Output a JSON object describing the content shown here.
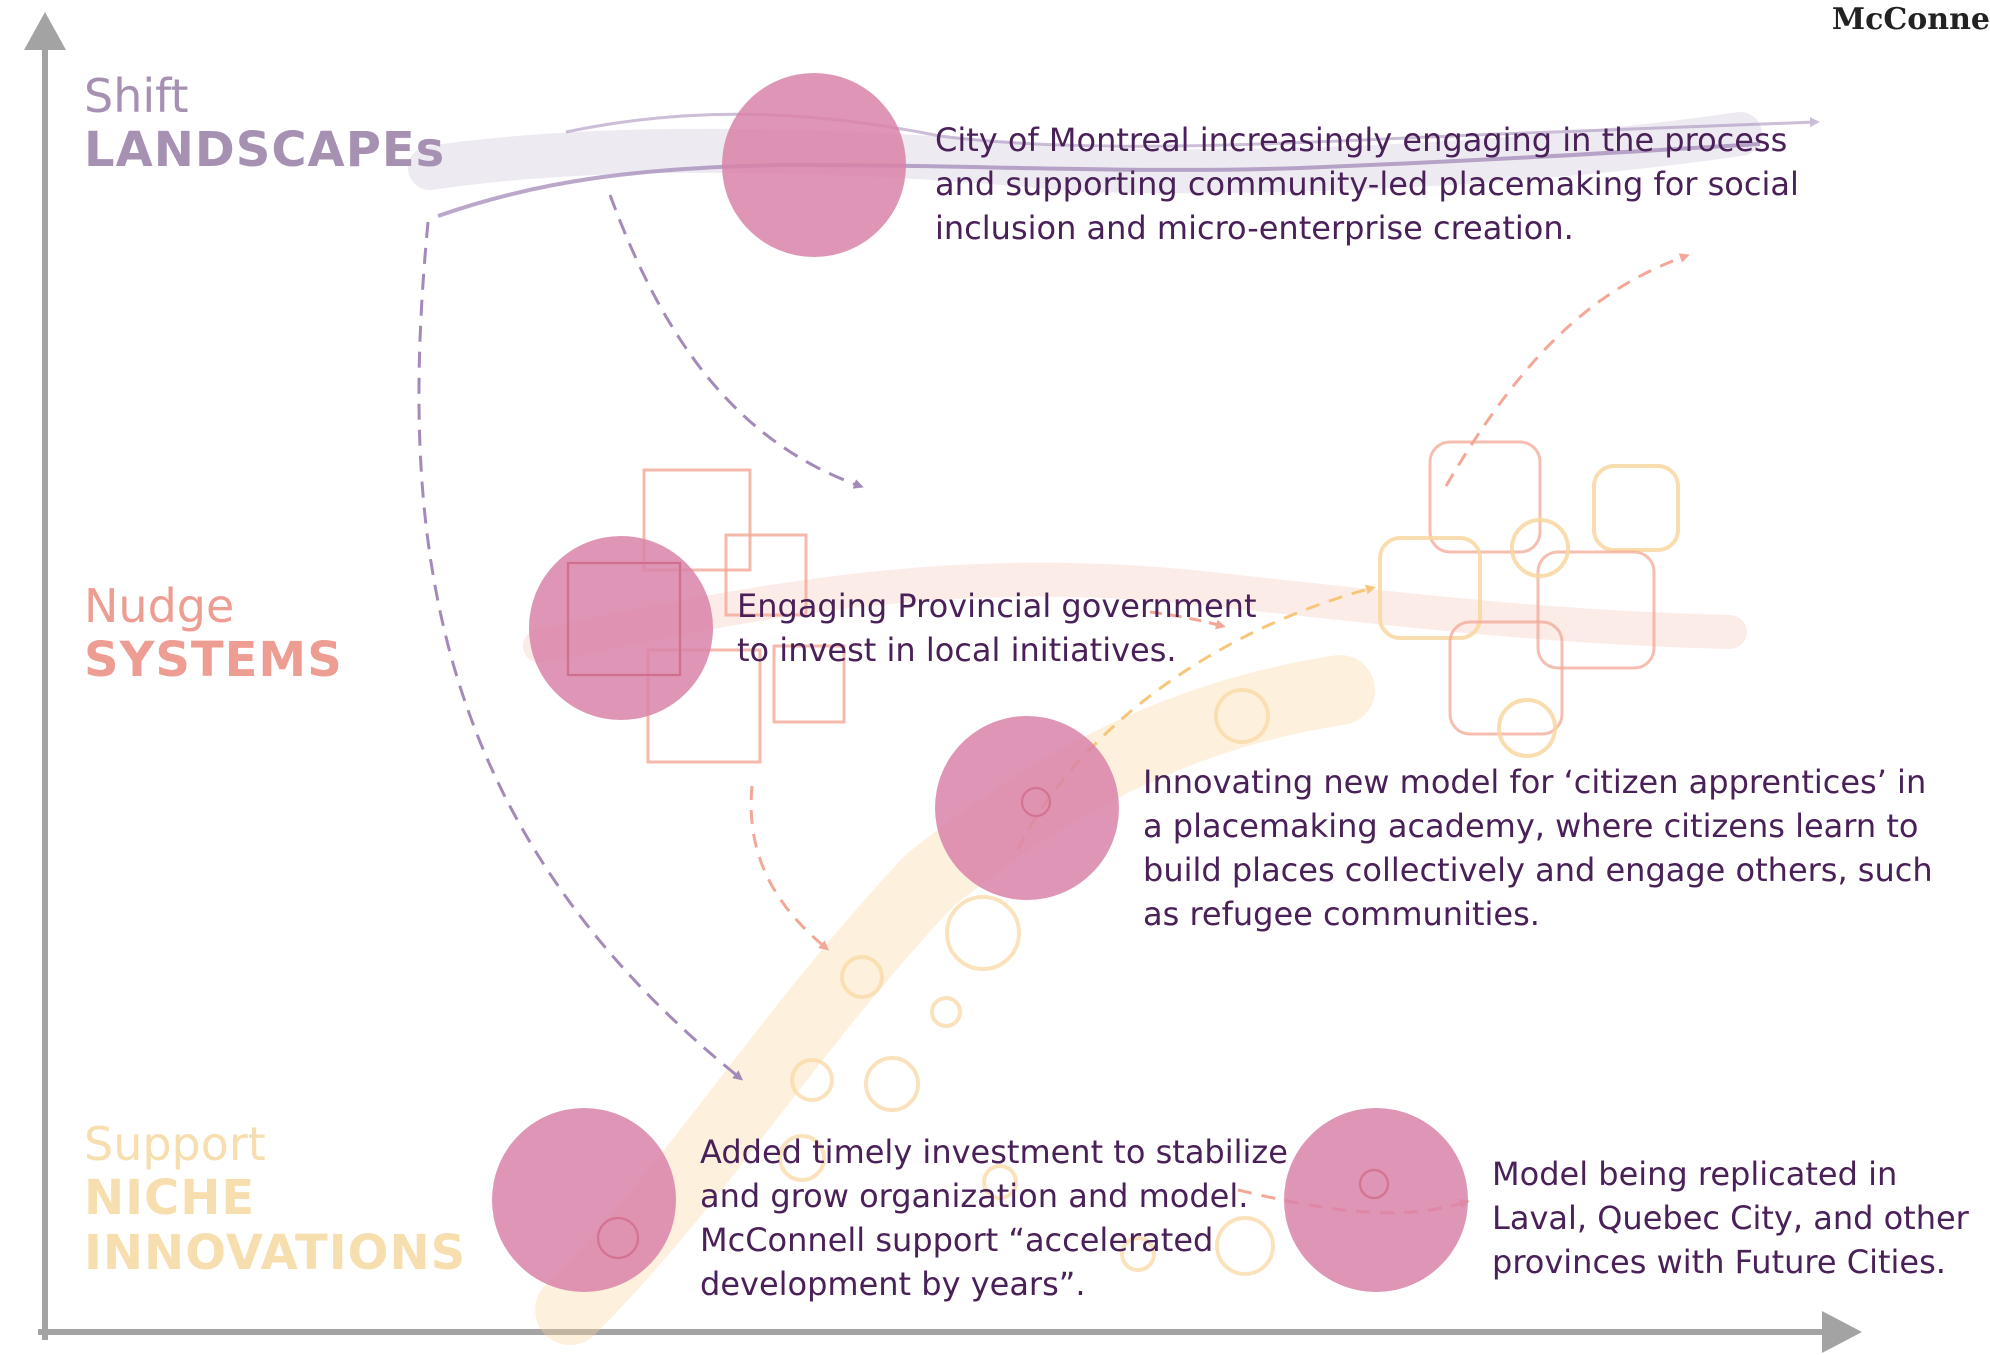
{
  "logo": {
    "text": "McConne"
  },
  "levels": {
    "landscapes": {
      "verb": "Shift",
      "noun": "LANDSCAPEs",
      "color": "#a691b3"
    },
    "systems": {
      "verb": "Nudge",
      "noun": "SYSTEMS",
      "color": "#ee9d93"
    },
    "niche": {
      "verb": "Support",
      "noun_line1": "NICHE",
      "noun_line2": "INNOVATIONS",
      "color": "#f7deae"
    }
  },
  "notes": {
    "montreal": "City of Montreal increasingly engaging in the process and supporting community-led placemaking for social inclusion and micro-enterprise creation.",
    "provincial": "Engaging Provincial government to invest in local initiatives.",
    "apprentices": "Innovating new model for ‘citizen apprentices’ in a placemaking academy, where citizens learn to build places collectively and engage others, such as refugee communities.",
    "investment": "Added timely investment to stabilize and grow organization and model. McConnell support “accelerated development by years”.",
    "replicated": "Model being replicated in Laval, Quebec City, and other provinces with Future Cities."
  },
  "colors": {
    "axis": "#a3a3a3",
    "circle": "#d982a8",
    "landscape_stream": "#a38ab8",
    "systems_stream": "#f3a897",
    "niche_stream": "#f8d7a0",
    "text": "#4a2058"
  }
}
